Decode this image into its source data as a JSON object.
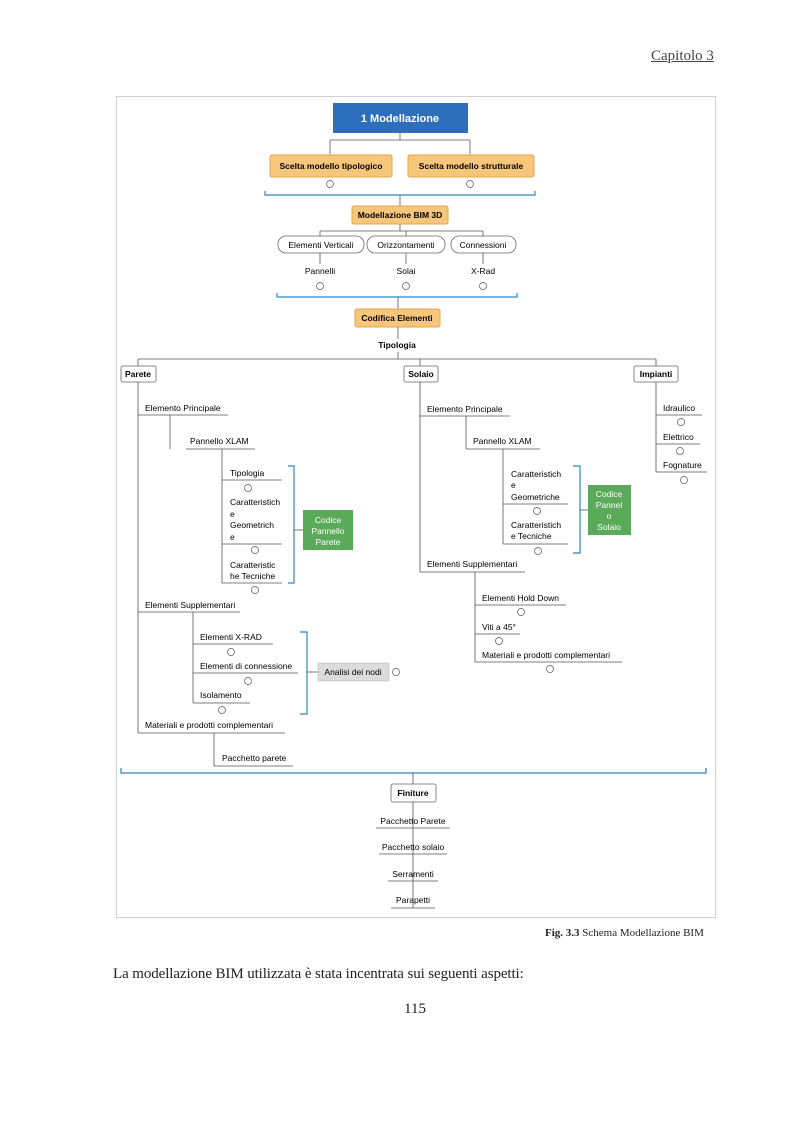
{
  "header": {
    "chapter": "Capitolo 3"
  },
  "diagram": {
    "root": "1 Modellazione",
    "choices": [
      "Scelta modello tipologico",
      "Scelta modello strutturale"
    ],
    "bim": "Modellazione BIM 3D",
    "groups": [
      "Elementi Verticali",
      "Orizzontamenti",
      "Connessioni"
    ],
    "group_items": [
      "Pannelli",
      "Solai",
      "X-Rad"
    ],
    "codifica": "Codifica Elementi",
    "tipologia": "Tipologia",
    "branches": [
      "Parete",
      "Solaio",
      "Impianti"
    ],
    "parete": {
      "principale": "Elemento Principale",
      "xlam": "Pannello XLAM",
      "sub": [
        "Tipologia",
        "Caratteristiche Geometriche",
        "Caratteristiche Tecniche"
      ],
      "codice": "Codice Pannello Parete",
      "supplementari": "Elementi Supplementari",
      "supp_items": [
        "Elementi X-RAD",
        "Elementi di connessione",
        "Isolamento"
      ],
      "analisi": "Analisi dei nodi",
      "materiali": "Materiali e prodotti complementari",
      "pacchetto": "Pacchetto parete"
    },
    "solaio": {
      "principale": "Elemento Principale",
      "xlam": "Pannello XLAM",
      "sub": [
        "Caratteristiche Geometriche",
        "Caratteristiche Tecniche"
      ],
      "codice": "Codice Pannello Solaio",
      "supplementari": "Elementi Supplementari",
      "supp_items": [
        "Elementi Hold Down",
        "Viti a 45°",
        "Materiali e prodotti complementari"
      ]
    },
    "impianti": [
      "Idraulico",
      "Elettrico",
      "Fognature"
    ],
    "finiture": "Finiture",
    "finiture_items": [
      "Pacchetto Parete",
      "Pacchetto solaio",
      "Serramenti",
      "Parapetti"
    ]
  },
  "figure": {
    "label": "Fig. 3.3",
    "title": "Schema Modellazione BIM"
  },
  "body": {
    "text": "La modellazione BIM utilizzata è stata incentrata sui seguenti aspetti:"
  },
  "page": {
    "number": "115"
  },
  "colors": {
    "root": "#2d6fba",
    "orange": "#f8c67a",
    "green": "#5aaa5a",
    "blue": "#2e86c1",
    "gray": "#dcdcdc"
  }
}
